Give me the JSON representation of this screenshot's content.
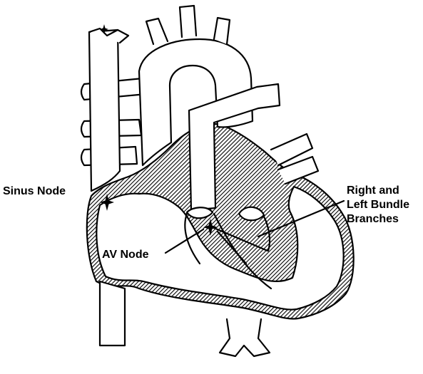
{
  "labels": {
    "sinus_node": "Sinus Node",
    "av_node": "AV Node",
    "bundle_branches": [
      "Right and",
      "Left Bundle",
      "Branches"
    ]
  },
  "colors": {
    "outline": "#000000",
    "fill": "#ffffff",
    "hatch": "#000000"
  }
}
